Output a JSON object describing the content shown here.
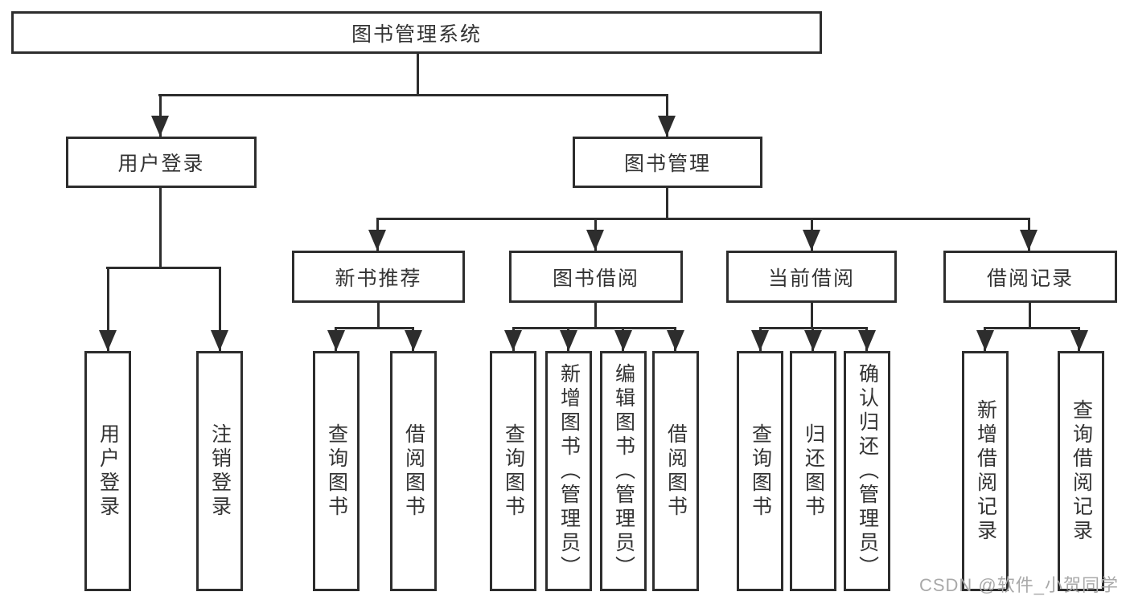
{
  "diagram_title": "图书管理系统",
  "nodes": {
    "root": "图书管理系统",
    "user_login": "用户登录",
    "book_management": "图书管理",
    "new_book_recommend": "新书推荐",
    "book_borrowing": "图书借阅",
    "current_borrowing": "当前借阅",
    "borrowing_records": "借阅记录",
    "ul_user_login": "用户登录",
    "ul_logout": "注销登录",
    "nb_query_books": "查询图书",
    "nb_borrow_books": "借阅图书",
    "bb_query_books": "查询图书",
    "bb_add_books": "新增图书（管理员）",
    "bb_edit_books": "编辑图书（管理员）",
    "bb_borrow_books": "借阅图书",
    "cb_query_books": "查询图书",
    "cb_return_books": "归还图书",
    "cb_confirm_return": "确认归还（管理员）",
    "br_add_record": "新增借阅记录",
    "br_query_record": "查询借阅记录"
  },
  "hierarchy": {
    "图书管理系统": {
      "用户登录": [
        "用户登录",
        "注销登录"
      ],
      "图书管理": {
        "新书推荐": [
          "查询图书",
          "借阅图书"
        ],
        "图书借阅": [
          "查询图书",
          "新增图书（管理员）",
          "编辑图书（管理员）",
          "借阅图书"
        ],
        "当前借阅": [
          "查询图书",
          "归还图书",
          "确认归还（管理员）"
        ],
        "借阅记录": [
          "新增借阅记录",
          "查询借阅记录"
        ]
      }
    }
  },
  "watermark": "CSDN @软件_小贺同学",
  "colors": {
    "line": "#2d2d2d",
    "text": "#333333",
    "background": "#ffffff",
    "watermark": "#a9a9a9"
  }
}
